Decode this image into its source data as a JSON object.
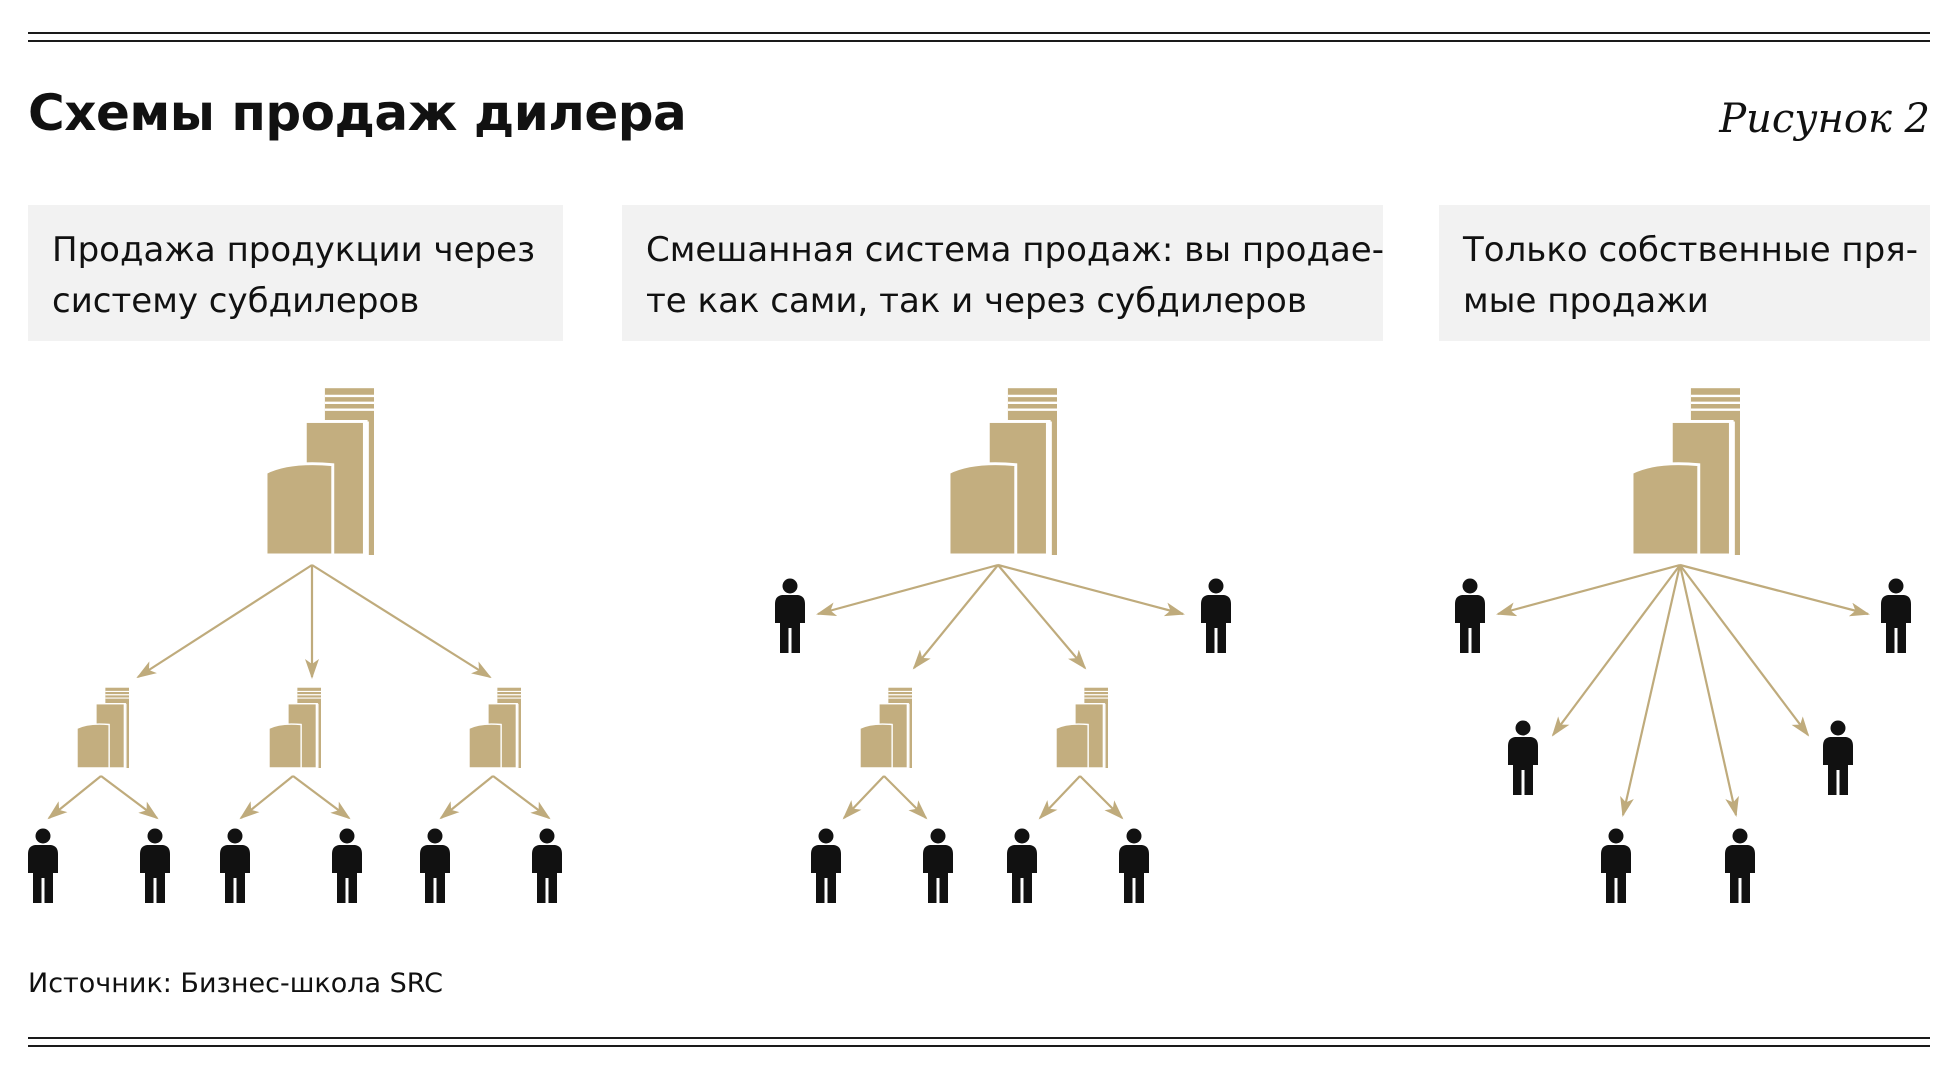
{
  "title": "Схемы продаж дилера",
  "figure_label": "Рисунок 2",
  "schemes": [
    {
      "lines": [
        "Продажа продукции через",
        "систему субдилеров"
      ]
    },
    {
      "lines": [
        "Смешанная система продаж: вы продае-",
        "те как сами, так и через субдилеров"
      ]
    },
    {
      "lines": [
        "Только собственные пря-",
        "мые продажи"
      ]
    }
  ],
  "source": "Источник: Бизнес-школа SRC",
  "colors": {
    "building": "#c3ae7f",
    "arrow": "#bfab7c",
    "person": "#111111",
    "box_bg": "#f2f2f2"
  },
  "icons": {
    "building": "building-icon",
    "person": "person-icon"
  }
}
